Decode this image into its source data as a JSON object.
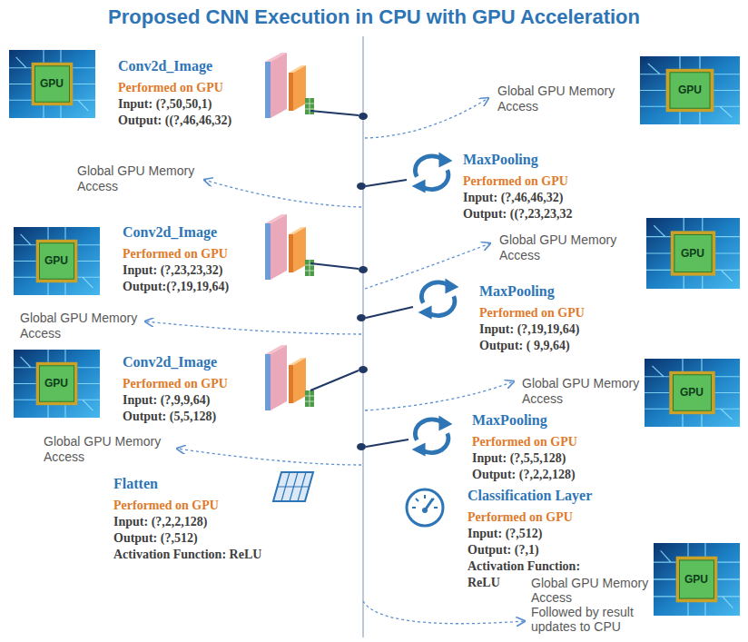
{
  "diagram": {
    "title": "Proposed CNN Execution in CPU with GPU Acceleration",
    "nodes": [
      {
        "text": [
          "Conv2d_Image",
          "Performed on GPU",
          "Input: (?,50,50,1)",
          "Output: ((?,46,46,32)"
        ]
      },
      {
        "text": [
          "MaxPooling",
          "Performed on GPU",
          "Input: (?,46,46,32)",
          "Output: ((?,23,23,32"
        ]
      },
      {
        "text": [
          "Conv2d_Image",
          "Performed on GPU",
          "Input: (?,23,23,32)",
          "Output:(?,19,19,64)"
        ]
      },
      {
        "text": [
          "MaxPooling",
          "Performed on GPU",
          "Input: (?,19,19,64)",
          "Output: ( 9,9,64)"
        ]
      },
      {
        "text": [
          "Conv2d_Image",
          "Performed on GPU",
          "Input: (?,9,9,64)",
          "Output: (5,5,128)"
        ]
      },
      {
        "text": [
          "MaxPooling",
          "Performed on GPU",
          "Input: (?,5,5,128)",
          "Output: (?,2,2,128)"
        ]
      },
      {
        "text": [
          "Flatten",
          "Performed on GPU",
          "Input: (?,2,2,128)",
          "Output: (?,512)",
          "Activation Function: ReLU"
        ]
      },
      {
        "text": [
          "Classification Layer",
          "Performed on GPU",
          "Input: (?,512)",
          "Output: (?,1)",
          "Activation Function: ReLU"
        ]
      }
    ],
    "labels": [
      "GPU",
      "GPU",
      "GPU",
      "GPU",
      "GPU",
      "GPU",
      "GPU",
      "Global GPU Memory Access",
      "Global GPU Memory Access",
      "Global GPU Memory Access",
      "Global GPU Memory Access",
      "Global GPU Memory Access",
      "Global GPU Memory Access",
      "Global GPU Memory Access",
      "Followed by result updates to CPU"
    ]
  }
}
